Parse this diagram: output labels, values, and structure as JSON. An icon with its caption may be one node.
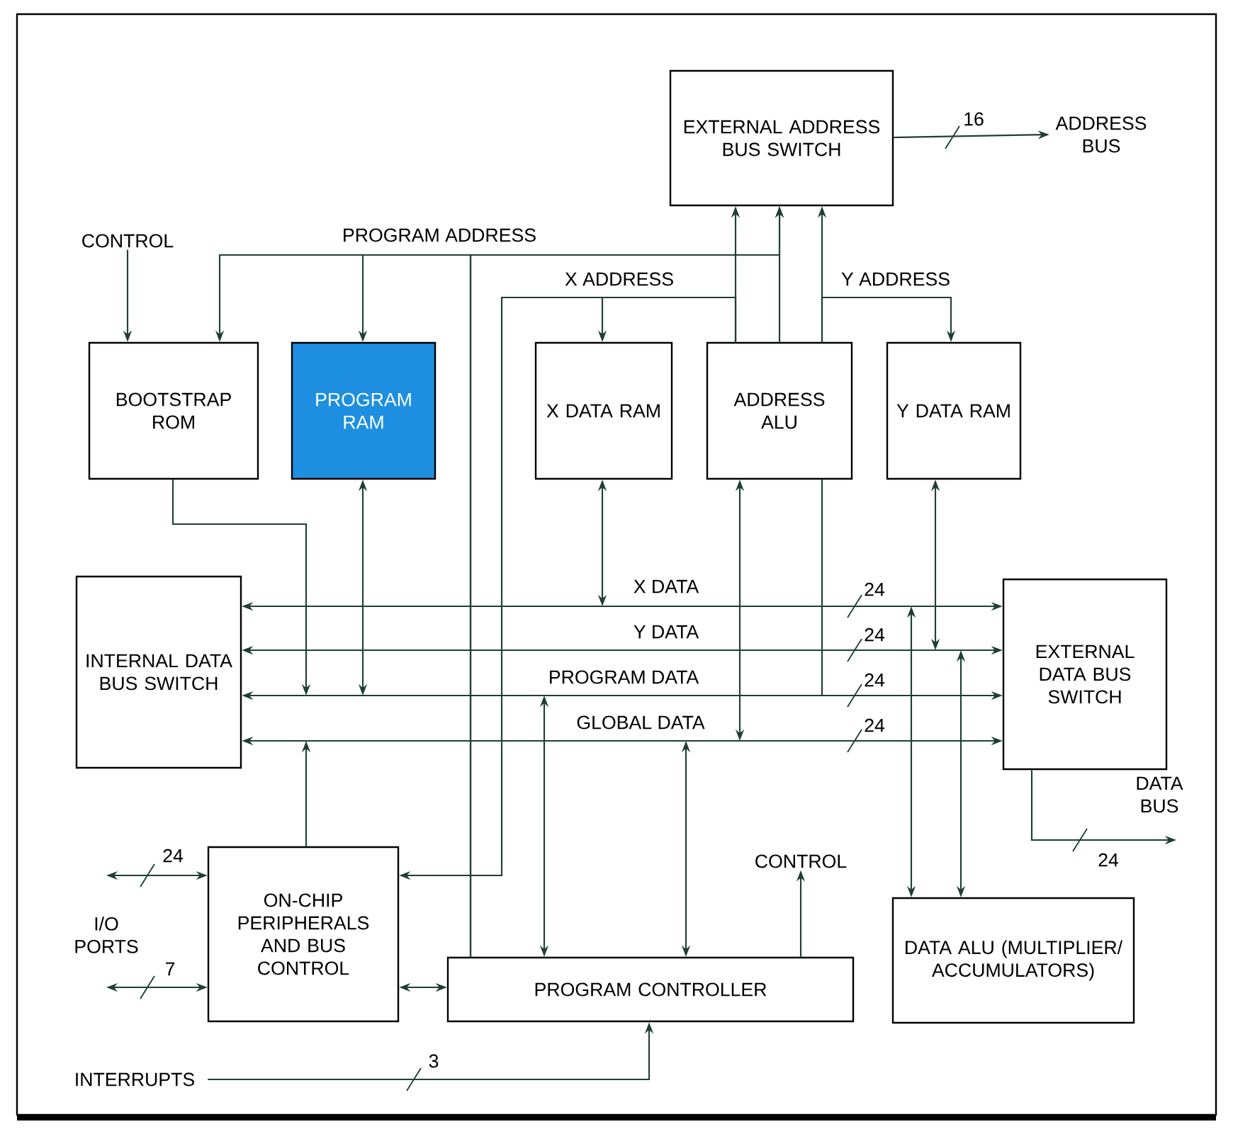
{
  "diagram": {
    "nodes": [
      {
        "text": [
          "EXTERNAL ADDRESS BUS SWITCH"
        ]
      },
      {
        "text": [
          "CONTROL"
        ]
      },
      {
        "text": [
          "BOOTSTRAP ROM"
        ]
      },
      {
        "text": [
          "PROGRAM RAM"
        ]
      },
      {
        "text": [
          "X DATA RAM"
        ]
      },
      {
        "text": [
          "ADDRESS ALU"
        ]
      },
      {
        "text": [
          "Y DATA RAM"
        ]
      },
      {
        "text": [
          "INTERNAL DATA BUS SWITCH"
        ]
      },
      {
        "text": [
          "EXTERNAL DATA BUS SWITCH"
        ]
      },
      {
        "text": [
          "ON-CHIP PERIPHERALS AND BUS CONTROL"
        ]
      },
      {
        "text": [
          "CONTROL"
        ]
      },
      {
        "text": [
          "PROGRAM CONTROLLER"
        ]
      },
      {
        "text": [
          "DATA ALU (MULTIPLIER/ ACCUMULATORS)"
        ]
      },
      {
        "text": [
          "ADDRESS BUS"
        ]
      },
      {
        "text": [
          "INTERRUPTS"
        ]
      }
    ],
    "edges": [
      {
        "from": 7,
        "to": 8,
        "arrow": "both",
        "label": "X DATA"
      },
      {
        "from": 7,
        "to": 8,
        "arrow": "both",
        "label": "Y DATA"
      },
      {
        "from": 7,
        "to": 8,
        "arrow": "both",
        "label": "PROGRAM DATA"
      },
      {
        "from": 7,
        "to": 8,
        "arrow": "both",
        "label": "GLOBAL DATA"
      },
      {
        "from": 0,
        "to": 13,
        "arrow": "to",
        "label": "16"
      },
      {
        "from": 8,
        "to": null,
        "arrow": "to",
        "label": "24"
      },
      {
        "from": null,
        "to": 9,
        "arrow": "both",
        "label": "24"
      },
      {
        "from": null,
        "to": 9,
        "arrow": "both",
        "label": "7"
      },
      {
        "from": 14,
        "to": 11,
        "arrow": "to",
        "label": "3"
      },
      {
        "from": 1,
        "to": 2,
        "arrow": "to"
      },
      {
        "from": 11,
        "to": 10,
        "arrow": "to"
      },
      {
        "from": 11,
        "to": 2,
        "arrow": "to",
        "label": "PROGRAM ADDRESS"
      },
      {
        "from": 11,
        "to": 3,
        "arrow": "to"
      },
      {
        "from": 11,
        "to": 0,
        "arrow": "to"
      },
      {
        "from": 5,
        "to": 0,
        "arrow": "to"
      },
      {
        "from": 5,
        "to": 0,
        "arrow": "to"
      },
      {
        "from": 5,
        "to": 0,
        "arrow": "to"
      },
      {
        "from": 5,
        "to": 4,
        "arrow": "to",
        "label": "X ADDRESS"
      },
      {
        "from": 5,
        "to": 9,
        "arrow": "to"
      },
      {
        "from": 5,
        "to": 6,
        "arrow": "to",
        "label": "Y ADDRESS"
      },
      {
        "from": 2,
        "to": null,
        "arrow": "to"
      },
      {
        "from": 3,
        "to": null,
        "arrow": "both"
      },
      {
        "from": 4,
        "to": null,
        "arrow": "both"
      },
      {
        "from": 5,
        "to": null,
        "arrow": "both"
      },
      {
        "from": 5,
        "to": null,
        "arrow": "none"
      },
      {
        "from": 6,
        "to": null,
        "arrow": "both"
      },
      {
        "from": 9,
        "to": null,
        "arrow": "to"
      },
      {
        "from": null,
        "to": 11,
        "arrow": "both"
      },
      {
        "from": null,
        "to": 11,
        "arrow": "both"
      },
      {
        "from": null,
        "to": 12,
        "arrow": "both"
      },
      {
        "from": null,
        "to": 12,
        "arrow": "both"
      },
      {
        "from": 9,
        "to": 11,
        "arrow": "both"
      }
    ],
    "labels": [
      "I/O PORTS",
      "DATA BUS",
      "24",
      "24",
      "24",
      "24"
    ]
  }
}
